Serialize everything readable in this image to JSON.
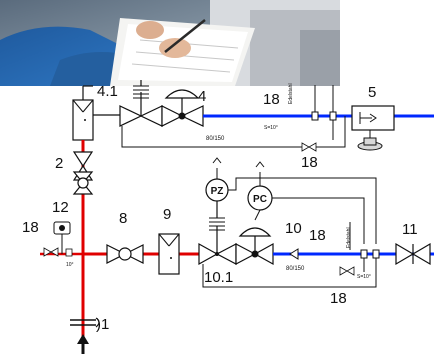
{
  "labels": {
    "n4_1": "4.1",
    "n4": "4",
    "n18_top": "18",
    "n5": "5",
    "n2": "2",
    "n12": "12",
    "n18_left": "18",
    "n8": "8",
    "n9": "9",
    "n10": "10",
    "n18_right": "18",
    "n11": "11",
    "n10_1": "10.1",
    "n18_bottom": "18",
    "n18_mid": "18",
    "n1": ")1"
  },
  "circles": {
    "pz": "PZ",
    "pc": "PC"
  },
  "small_text": {
    "range_top": "80/150",
    "range_bottom": "80/150",
    "slope_top": "S=10°",
    "slope_right": "S=10°",
    "slope_left": "10°",
    "edelstahl_top": "Edelstahl",
    "edelstahl_right": "Edelstahl"
  },
  "colors": {
    "gas_pipe": "#e00000",
    "low_pressure_pipe": "#0028ff",
    "line": "#111111"
  }
}
